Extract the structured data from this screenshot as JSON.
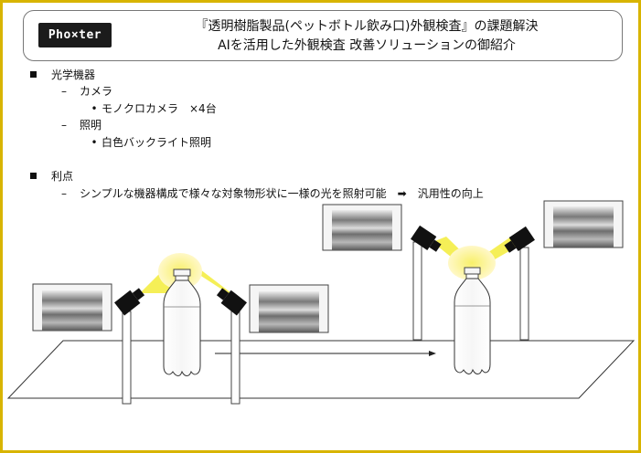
{
  "header": {
    "logo_text": "Pho×ter",
    "title_line1": "『透明樹脂製品(ペットボトル飲み口)外観検査』の課題解決",
    "title_line2": "AIを活用した外観検査 改善ソリューションの御紹介"
  },
  "sections": {
    "optics_heading": "光学機器",
    "camera_heading": "カメラ",
    "camera_item": "モノクロカメラ　×4台",
    "lighting_heading": "照明",
    "lighting_item": "白色バックライト照明",
    "merits_heading": "利点",
    "merits_item": "シンプルな機器構成で様々な対象物形状に一様の光を照射可能　➡　汎用性の向上"
  },
  "colors": {
    "border": "#d8b400",
    "light": "#f4ee3a",
    "camera": "#111111"
  }
}
